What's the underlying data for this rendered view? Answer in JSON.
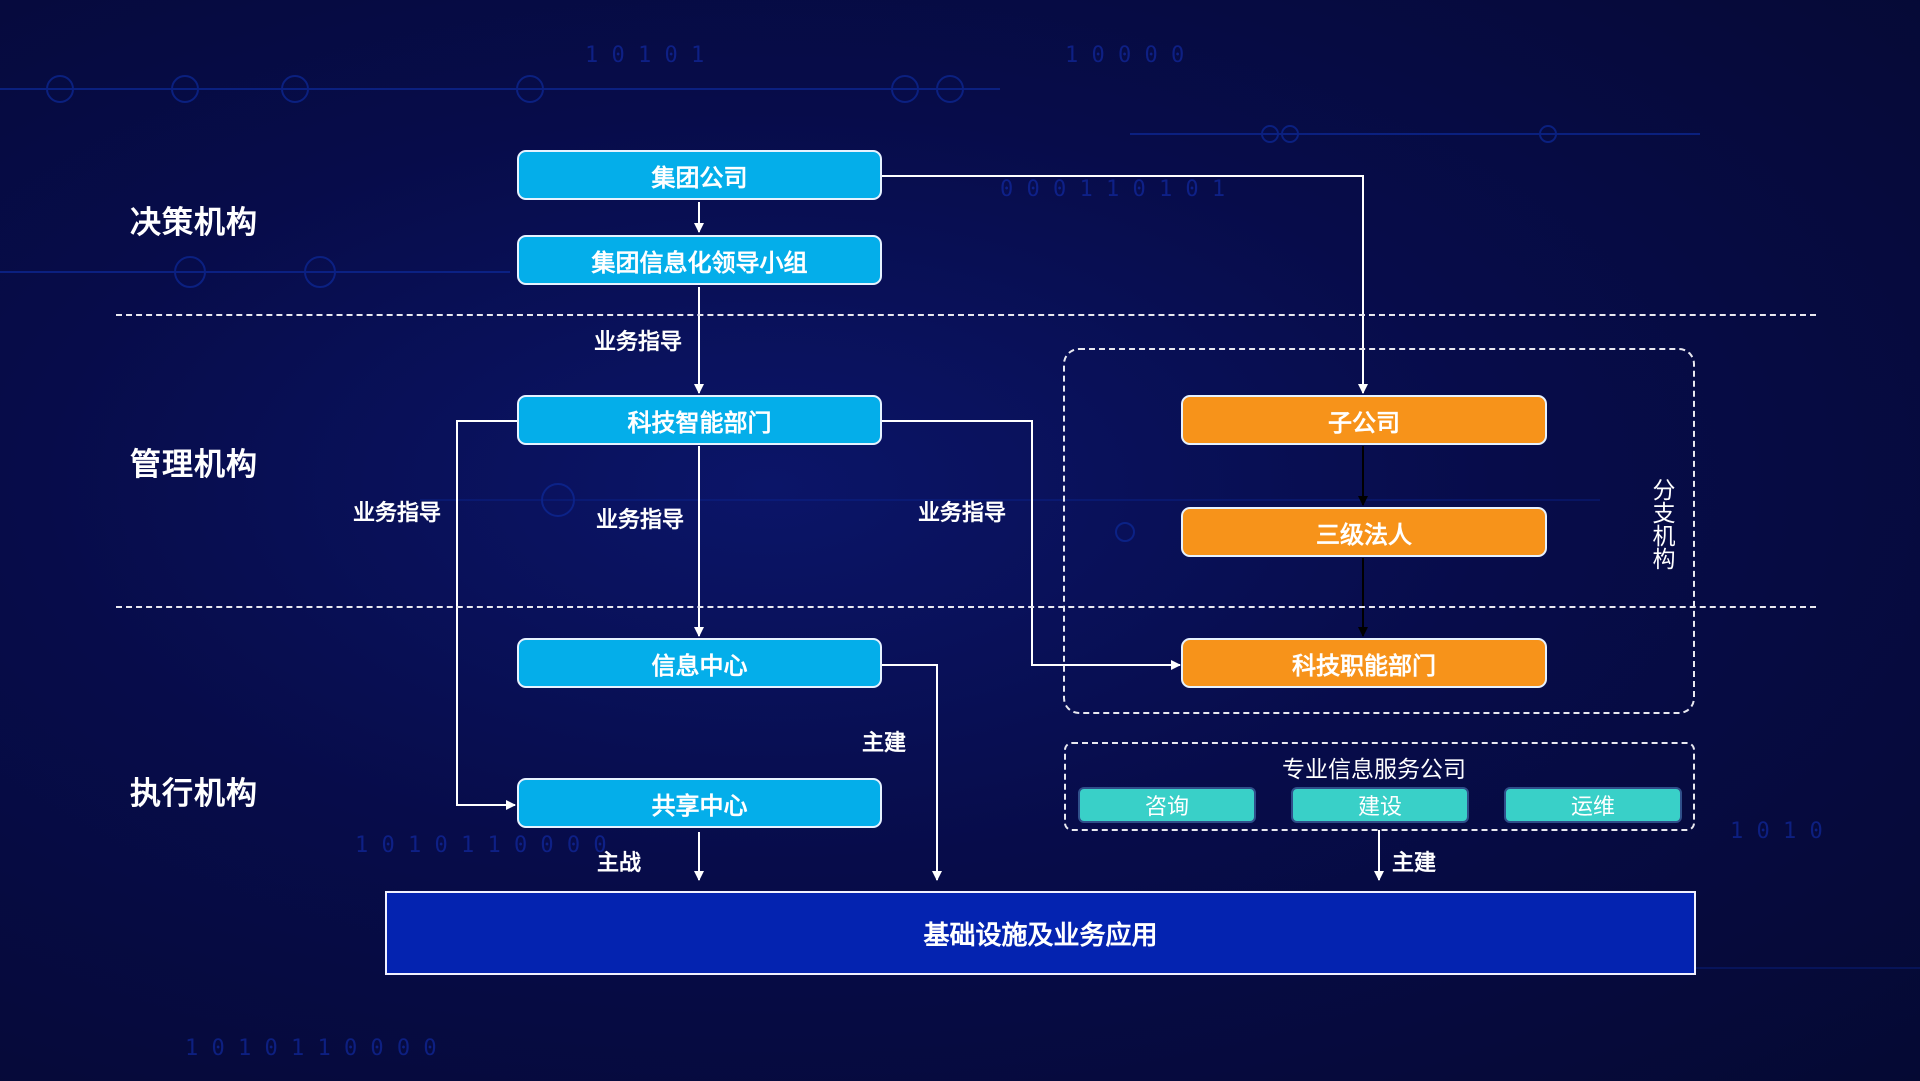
{
  "levels": {
    "decision": "决策机构",
    "management": "管理机构",
    "execution": "执行机构"
  },
  "nodes": {
    "group_company": "集团公司",
    "it_leading_group": "集团信息化领导小组",
    "tech_smart_dept": "科技智能部门",
    "info_center": "信息中心",
    "shared_center": "共享中心",
    "subsidiary": "子公司",
    "third_level_entity": "三级法人",
    "tech_function_dept": "科技职能部门",
    "infrastructure": "基础设施及业务应用"
  },
  "groups": {
    "branch_label": "分支机构",
    "service_company": {
      "title": "专业信息服务公司",
      "items": [
        "咨询",
        "建设",
        "运维"
      ]
    }
  },
  "edge_labels": {
    "guidance_top": "业务指导",
    "guidance_left": "业务指导",
    "guidance_mid": "业务指导",
    "guidance_right": "业务指导",
    "build_info_center": "主建",
    "operate_shared": "主战",
    "build_service": "主建"
  },
  "colors": {
    "hq_node": "#04aeea",
    "branch_node": "#f7931a",
    "service_chip": "#39d0c8",
    "base_bar": "#0423b0"
  }
}
